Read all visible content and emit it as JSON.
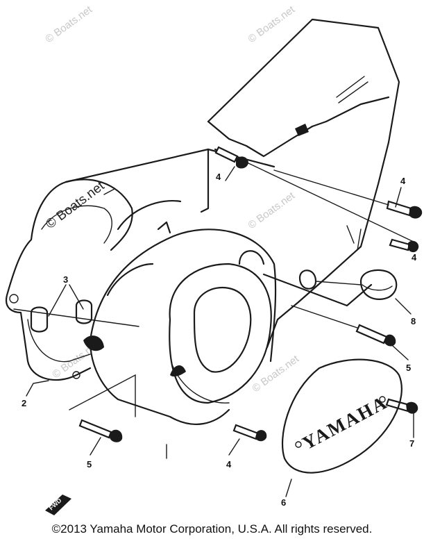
{
  "watermark": {
    "text": "© Boats.net"
  },
  "callouts": {
    "c1": "3",
    "c2": "2",
    "c3": "4",
    "c4": "4",
    "c5": "4",
    "c6": "8",
    "c7": "5",
    "c8": "4",
    "c9": "5",
    "c10": "7",
    "c11": "6"
  },
  "cover_logo": "YAMAHA",
  "fwd_mark": "FWD",
  "footer": {
    "copyright": "©2013 Yamaha Motor Corporation, U.S.A. All rights reserved."
  }
}
